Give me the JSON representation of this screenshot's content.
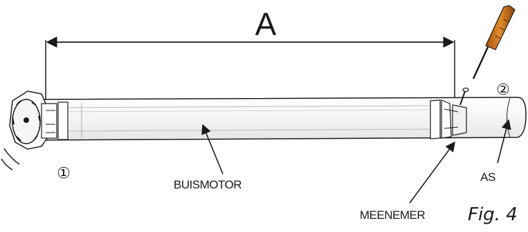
{
  "dimension": {
    "label": "A"
  },
  "callouts": {
    "motor_end": "①",
    "shaft_end": "②"
  },
  "labels": {
    "tube_motor": "BUISMOTOR",
    "driver": "MEENEMER",
    "shaft": "AS"
  },
  "figure_caption": "Fig. 4",
  "icons": [
    "screwdriver-icon",
    "screw-icon",
    "arrow-icon"
  ],
  "colors": {
    "line": "#1a1a1a",
    "tube_fill": "#f2f2f2",
    "screwdriver_handle": "#d77a1e"
  }
}
